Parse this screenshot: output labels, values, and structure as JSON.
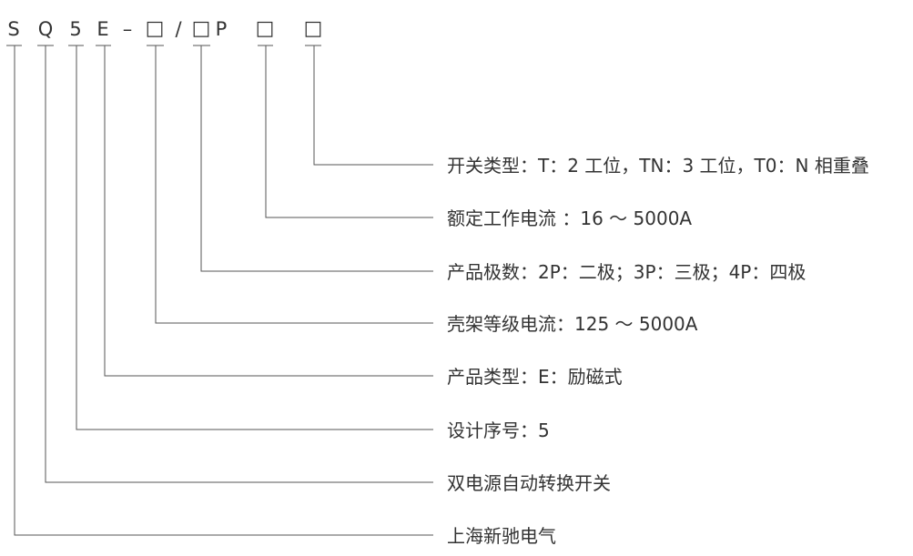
{
  "model_code": [
    "S",
    "Q",
    "5",
    "E",
    "–",
    "□",
    "/",
    "□",
    "P",
    "□",
    "□"
  ],
  "labels": {
    "switch_type": "开关类型：T：2 工位，TN：3 工位，T0：N 相重叠",
    "rated_current": "额定工作电流 ：16 ～ 5000A",
    "poles": "产品极数：2P：二极；3P：三极；4P：四极",
    "frame_current": "壳架等级电流：125 ～ 5000A",
    "product_type": "产品类型：E：励磁式",
    "design_no": "设计序号：5",
    "product_name": "双电源自动转换开关",
    "manufacturer": "上海新驰电气"
  },
  "colors": {
    "line": "#555555",
    "text": "#333333"
  }
}
